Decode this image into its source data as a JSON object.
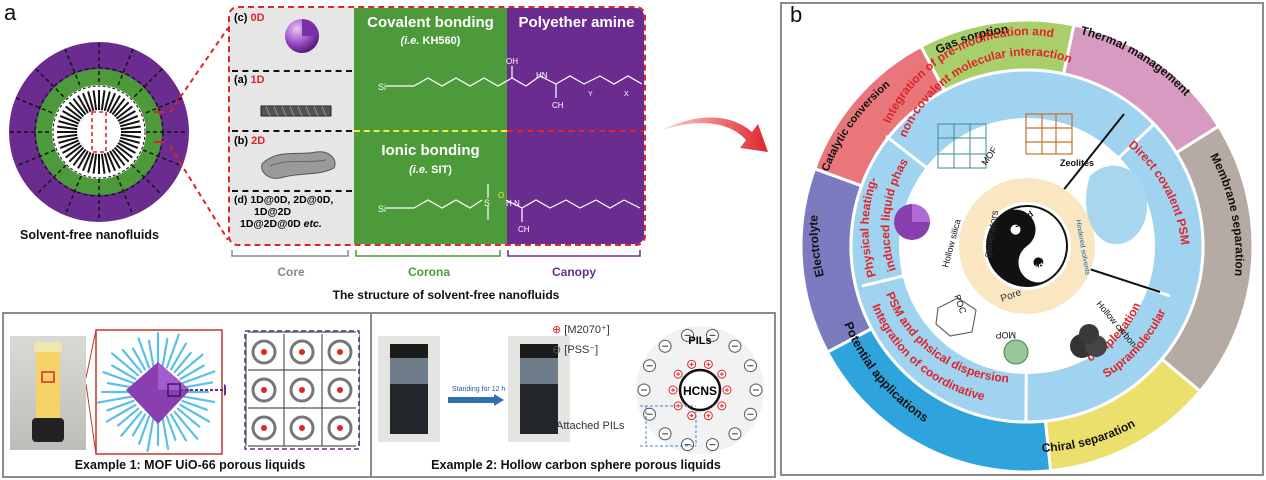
{
  "panel_a": {
    "letter": "a",
    "caption_left": "Solvent-free nanofluids",
    "structure_caption": "The structure of solvent-free nanofluids",
    "core_items": [
      {
        "tag": "(c)",
        "dim": "0D"
      },
      {
        "tag": "(a)",
        "dim": "1D"
      },
      {
        "tag": "(b)",
        "dim": "2D"
      }
    ],
    "core_d_tag": "(d)",
    "core_d_line1": "1D@0D, 2D@0D,",
    "core_d_line2": "1D@2D",
    "core_d_line3": "1D@2D@0D",
    "core_d_etc": "etc.",
    "corona_top_title": "Covalent  bonding",
    "corona_top_sub_prefix": "(i.e.",
    "corona_top_sub_name": "KH560)",
    "corona_bottom_title": "Ionic bonding",
    "corona_bottom_sub_prefix": "(i.e.",
    "corona_bottom_sub_name": "SIT)",
    "canopy_title": "Polyether amine",
    "bracket_labels": {
      "core": "Core",
      "corona": "Corona",
      "canopy": "Canopy"
    },
    "chem": {
      "si": "Si",
      "oh": "OH",
      "nh": "HN",
      "ch3": "CH",
      "y": "Y",
      "x": "X",
      "h2n": "H",
      "n": "N",
      "s": "S",
      "o": "O"
    },
    "example1_caption": "Example 1: MOF UiO-66 porous liquids",
    "example2_caption": "Example 2: Hollow carbon sphere porous liquids",
    "standing_label": "Standing for 12 h",
    "legend_pos": "[M2070⁺]",
    "legend_neg": "[PSS⁻]",
    "pils_label": "PILs",
    "hcns_label": "HCNS",
    "attached_label": "Attached PILs"
  },
  "panel_b": {
    "letter": "b",
    "outer_ring": [
      "Gas sorption",
      "Thermal management",
      "Membrane separation",
      "Chiral separation",
      "Potential applications",
      "Electrolyte",
      "Catalytic conversion"
    ],
    "middle_ring": [
      "Integration of pre-modification and",
      "non-covalent molecular interaction",
      "Direct covalent PSM",
      "Supramolecular",
      "complexation strategy",
      "Integration of coordinative",
      "PSM and phsical dispersion",
      "Physical heating-",
      "induced liquid phase"
    ],
    "inner_labels": [
      "MOF",
      "Zeolites",
      "Hindered solvents",
      "Hollow carbon",
      "MOP",
      "POC",
      "Hollow silica"
    ],
    "center_labels": {
      "solid": "Solid",
      "liquid": "Liquid",
      "pore": "Pore",
      "generators": "generators"
    }
  },
  "colors": {
    "corona_green": "#4c9a3a",
    "canopy_purple": "#6a2d8f",
    "red_dash": "#e0242a",
    "ring_blue": "#9fd3ef",
    "gas_green": "#a9cf6b",
    "thermal_pink": "#d79bc2",
    "membrane_gray": "#b5aba4",
    "chiral_yellow": "#ece06d",
    "potential_blue": "#2ea3dc",
    "electrolyte_purple": "#7d7bbf",
    "catalytic_red": "#e8767a"
  }
}
